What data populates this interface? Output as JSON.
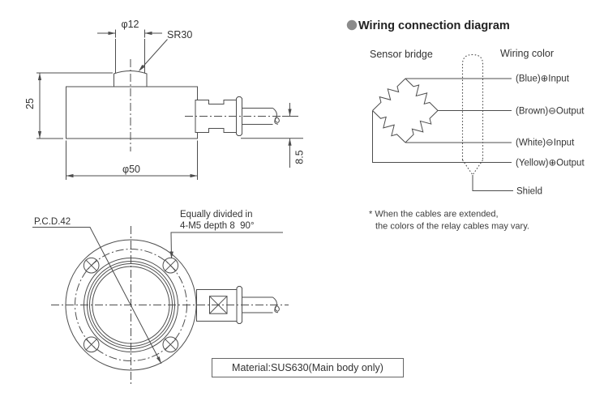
{
  "drawing": {
    "side_view": {
      "dim_phi12": "φ12",
      "sr30": "SR30",
      "dim_height": "25",
      "dim_phi50": "φ50",
      "dim_cable_offset": "8.5"
    },
    "bottom_view": {
      "pcd_label": "P.C.D.42",
      "thread_note_line1": "Equally divided in",
      "thread_note_line2": "4-M5 depth 8  90°",
      "material_label": "Material:SUS630(Main body only)"
    }
  },
  "wiring_diagram": {
    "title": "Wiring connection diagram",
    "left_heading": "Sensor bridge",
    "right_heading": "Wiring color",
    "wire_labels": [
      "(Blue)⊕Input",
      "(Brown)⊖Output",
      "(White)⊖Input",
      "(Yellow)⊕Output"
    ],
    "shield_label": "Shield",
    "note_line1": "* When the cables are extended,",
    "note_line2": "the colors of the relay cables may vary.",
    "colors": {
      "bullet": "#8b8b8b",
      "line": "#4d4d4d",
      "text": "#333333"
    }
  }
}
